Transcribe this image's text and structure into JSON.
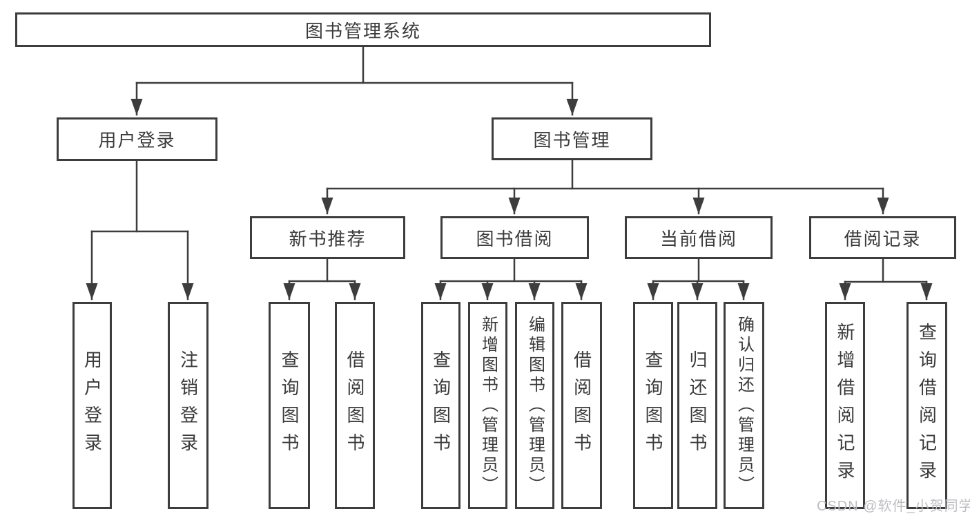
{
  "diagram": {
    "title": "图书管理系统",
    "branches": [
      {
        "label": "用户登录",
        "children": [
          "用户登录",
          "注销登录"
        ]
      },
      {
        "label": "图书管理",
        "sections": [
          {
            "label": "新书推荐",
            "children": [
              "查询图书",
              "借阅图书"
            ]
          },
          {
            "label": "图书借阅",
            "children": [
              "查询图书",
              "新增图书（管理员）",
              "编辑图书（管理员）",
              "借阅图书"
            ]
          },
          {
            "label": "当前借阅",
            "children": [
              "查询图书",
              "归还图书",
              "确认归还（管理员）"
            ]
          },
          {
            "label": "借阅记录",
            "children": [
              "新增借阅记录",
              "查询借阅记录"
            ]
          }
        ]
      }
    ]
  },
  "watermark": {
    "text": "CSDN @软件_小贺同学"
  },
  "colors": {
    "line": "#3d3d3d",
    "text": "#3a3a3a",
    "watermark": "#bdbdc2",
    "background": "#ffffff"
  }
}
